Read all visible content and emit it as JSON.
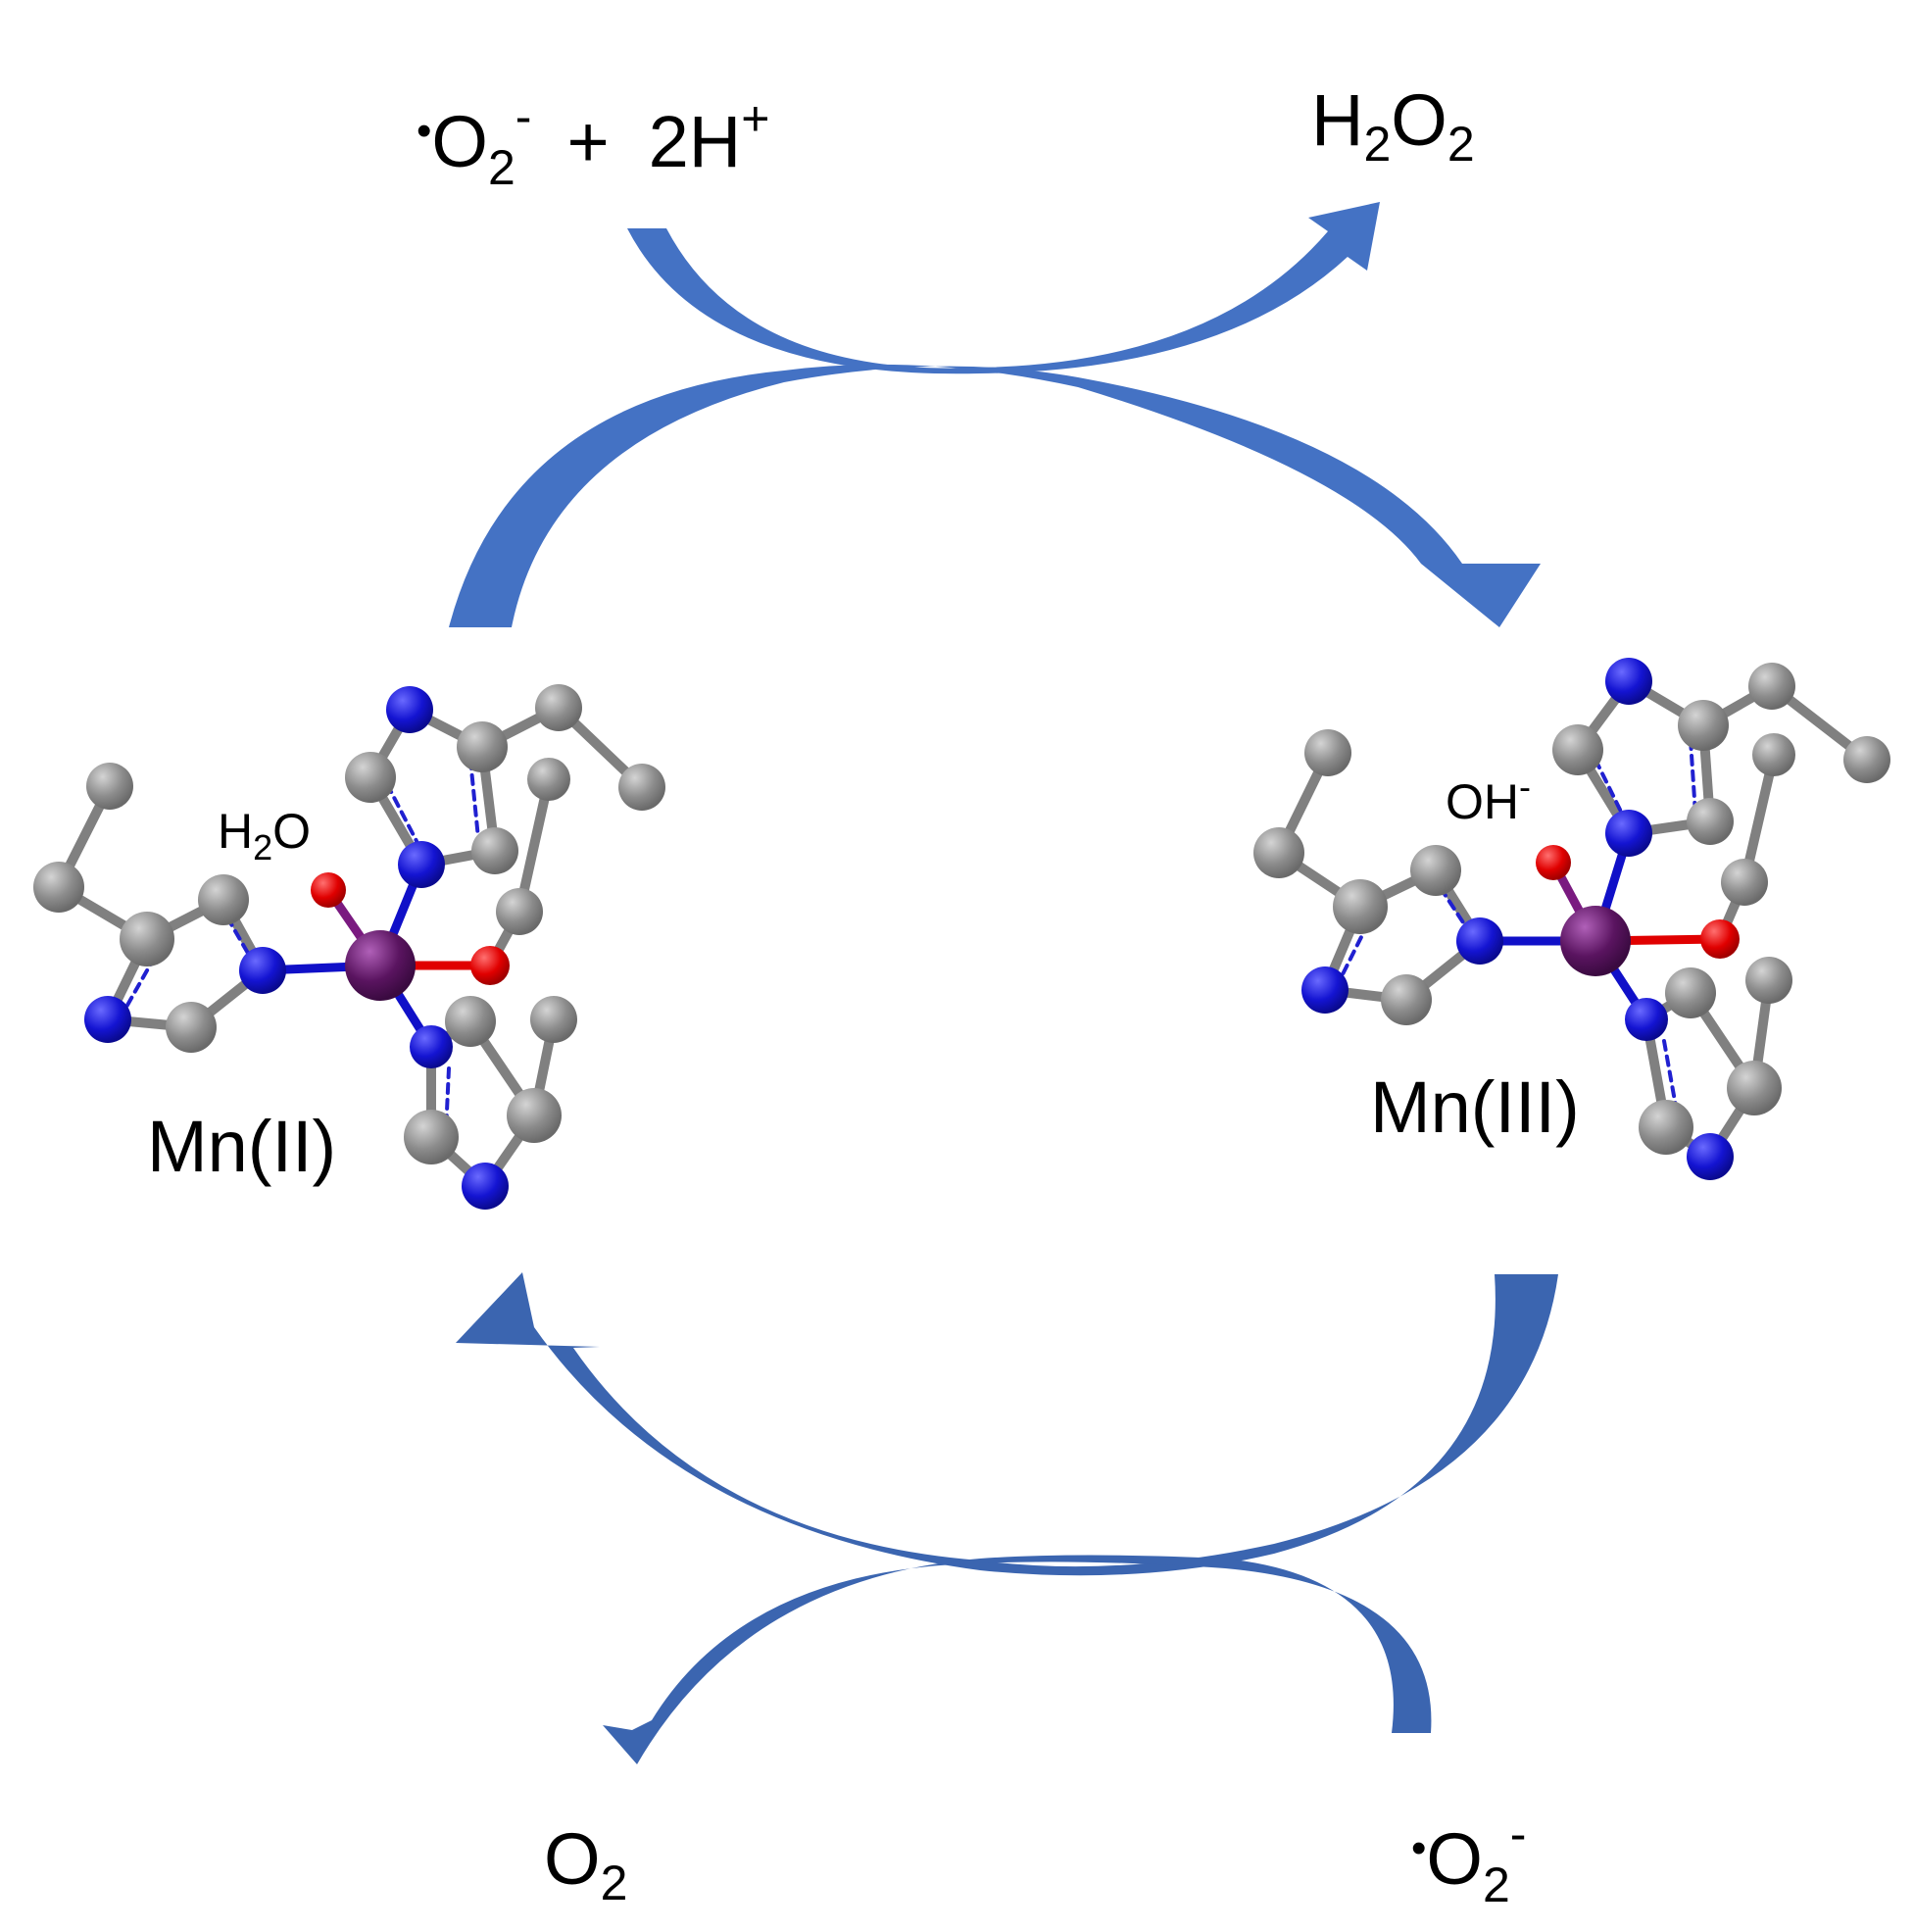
{
  "labels": {
    "top_left_reactant_radical": "•",
    "top_left_reactant_o": "O",
    "top_left_reactant_o_sub": "2",
    "top_left_reactant_charge": "-",
    "top_left_plus": "+",
    "top_left_proton": "2H",
    "top_left_proton_charge": "+",
    "top_right_product_h": "H",
    "top_right_product_h_sub": "2",
    "top_right_product_o": "O",
    "top_right_product_o_sub": "2",
    "bottom_left_product_o": "O",
    "bottom_left_product_o_sub": "2",
    "bottom_right_reactant_radical": "•",
    "bottom_right_reactant_o": "O",
    "bottom_right_reactant_o_sub": "2",
    "bottom_right_reactant_charge": "-",
    "mn2_label": "Mn(II)",
    "mn3_label": "Mn(III)",
    "water_h": "H",
    "water_sub": "2",
    "water_o": "O",
    "hydroxide_oh": "OH",
    "hydroxide_charge": "-"
  },
  "colors": {
    "arrow_light": "#4472C4",
    "arrow_dark": "#2F5597",
    "carbon": "#8C8C8C",
    "nitrogen": "#1414D2",
    "oxygen": "#E00000",
    "manganese": "#5A1460",
    "bond_grey": "#808080",
    "bond_blue": "#1010C8"
  }
}
